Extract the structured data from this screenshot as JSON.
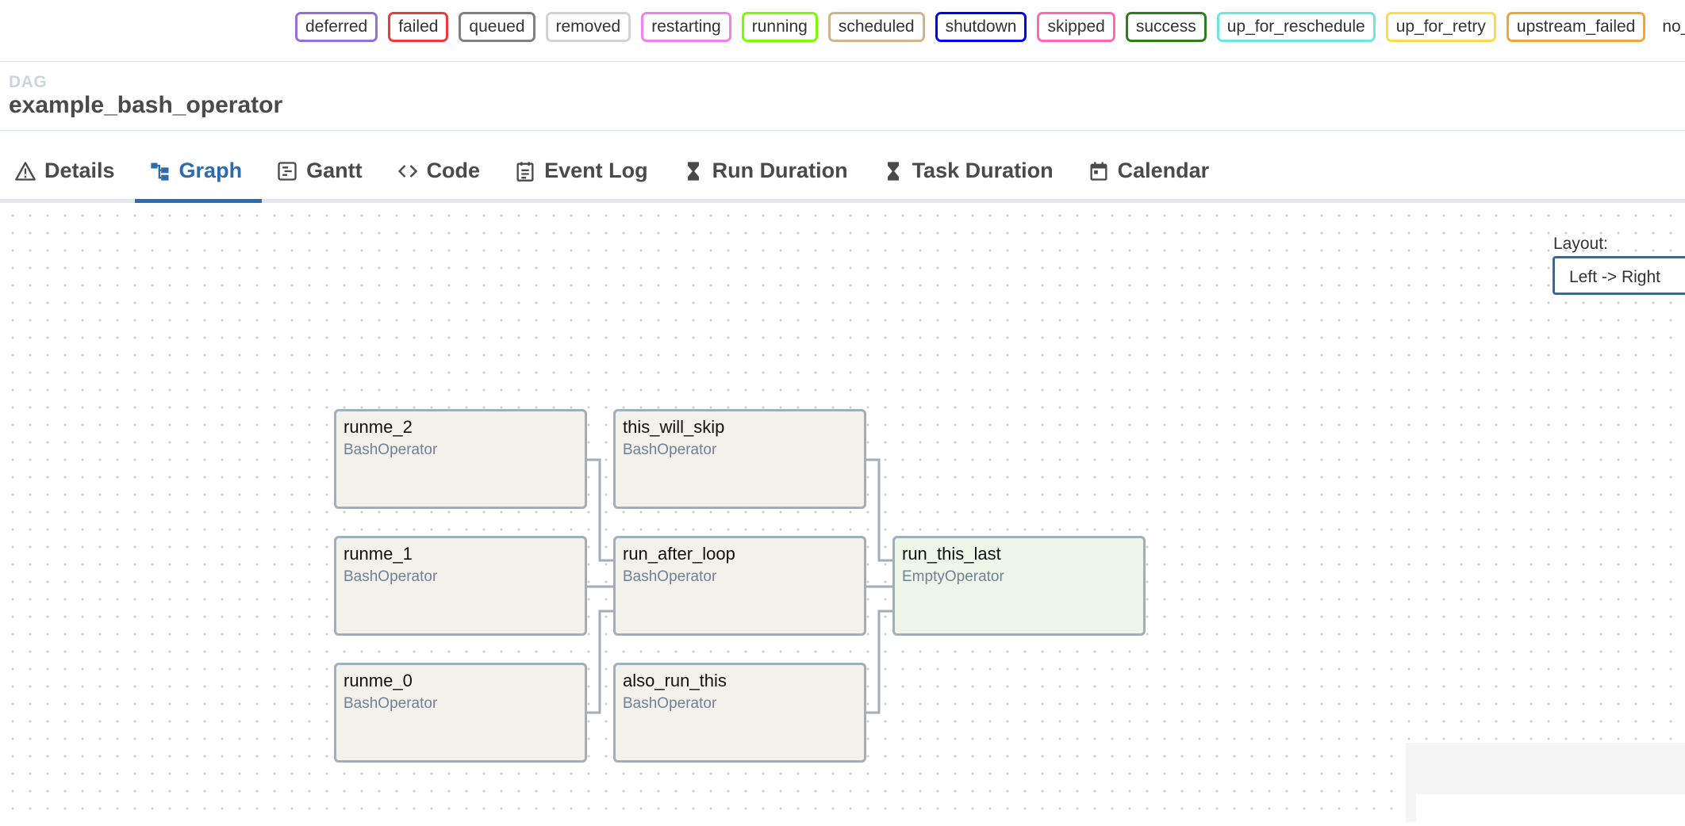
{
  "legend": {
    "states": [
      {
        "label": "deferred",
        "color": "#9370db"
      },
      {
        "label": "failed",
        "color": "#e53e3e"
      },
      {
        "label": "queued",
        "color": "#808080"
      },
      {
        "label": "removed",
        "color": "#d3d3d3"
      },
      {
        "label": "restarting",
        "color": "#ee82ee"
      },
      {
        "label": "running",
        "color": "#7cfc00"
      },
      {
        "label": "scheduled",
        "color": "#d2b48c"
      },
      {
        "label": "shutdown",
        "color": "#0000ff"
      },
      {
        "label": "skipped",
        "color": "#ff69b4"
      },
      {
        "label": "success",
        "color": "#2e7d1f"
      },
      {
        "label": "up_for_reschedule",
        "color": "#6de6dd"
      },
      {
        "label": "up_for_retry",
        "color": "#ffd84d"
      },
      {
        "label": "upstream_failed",
        "color": "#f6a33a"
      }
    ],
    "no_status_label": "no_st"
  },
  "header": {
    "eyebrow": "DAG",
    "title": "example_bash_operator"
  },
  "tabs": [
    {
      "label": "Details",
      "icon": "warning-icon",
      "active": false
    },
    {
      "label": "Graph",
      "icon": "graph-icon",
      "active": true
    },
    {
      "label": "Gantt",
      "icon": "gantt-icon",
      "active": false
    },
    {
      "label": "Code",
      "icon": "code-icon",
      "active": false
    },
    {
      "label": "Event Log",
      "icon": "event-log-icon",
      "active": false
    },
    {
      "label": "Run Duration",
      "icon": "hourglass-icon",
      "active": false
    },
    {
      "label": "Task Duration",
      "icon": "hourglass-icon",
      "active": false
    },
    {
      "label": "Calendar",
      "icon": "calendar-icon",
      "active": false
    }
  ],
  "layout_control": {
    "label": "Layout:",
    "value": "Left -> Right"
  },
  "graph": {
    "nodes": [
      {
        "id": "runme_2",
        "operator": "BashOperator"
      },
      {
        "id": "runme_1",
        "operator": "BashOperator"
      },
      {
        "id": "runme_0",
        "operator": "BashOperator"
      },
      {
        "id": "this_will_skip",
        "operator": "BashOperator"
      },
      {
        "id": "run_after_loop",
        "operator": "BashOperator"
      },
      {
        "id": "also_run_this",
        "operator": "BashOperator"
      },
      {
        "id": "run_this_last",
        "operator": "EmptyOperator"
      }
    ],
    "edges": [
      [
        "runme_2",
        "run_after_loop"
      ],
      [
        "runme_1",
        "run_after_loop"
      ],
      [
        "runme_0",
        "run_after_loop"
      ],
      [
        "this_will_skip",
        "run_this_last"
      ],
      [
        "run_after_loop",
        "run_this_last"
      ],
      [
        "also_run_this",
        "run_this_last"
      ]
    ],
    "colors": {
      "node_fill": "#f3f1ec",
      "empty_node_fill": "#eef6ea",
      "node_border": "#a0aec0",
      "edge": "#a0aec0"
    }
  }
}
